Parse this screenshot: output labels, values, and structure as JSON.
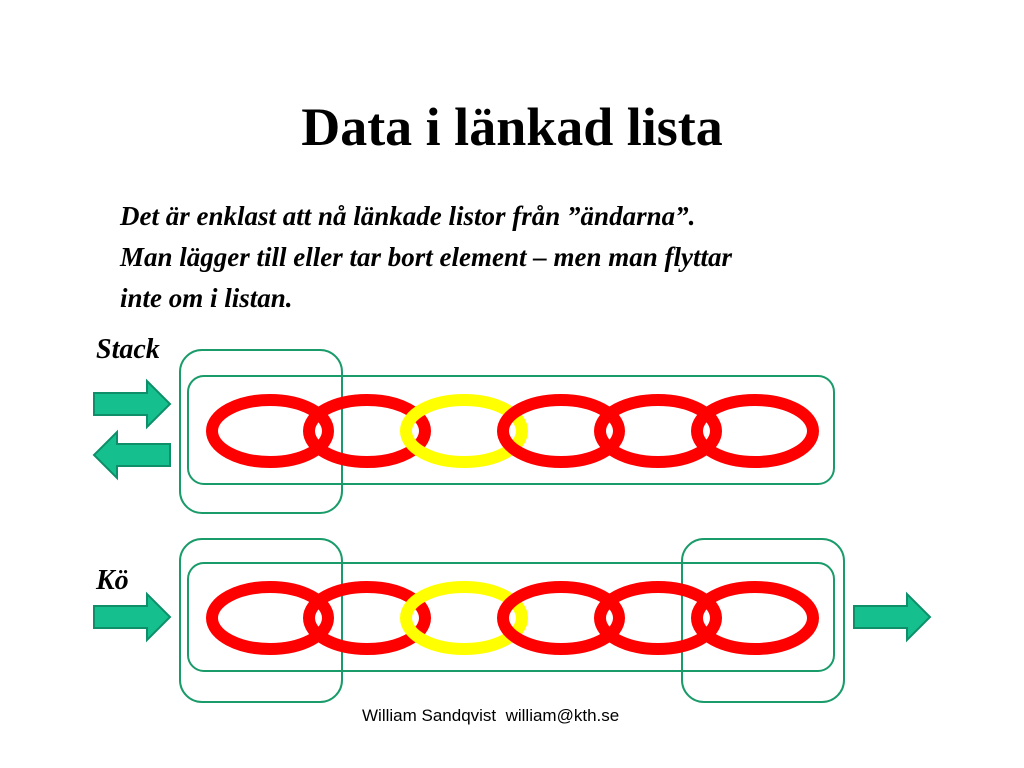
{
  "slide": {
    "title": "Data i länkad lista",
    "intro_lines": [
      "Det är enklast att nå länkade listor från ”ändarna”.",
      "Man lägger till eller tar bort element – men man flyttar",
      "inte om i listan."
    ],
    "stack_label": "Stack",
    "queue_label": "Kö",
    "footer": "William Sandqvist  william@kth.se"
  },
  "colors": {
    "link_red": "#ff0000",
    "link_yellow": "#ffff00",
    "frame_green": "#1a9b6a",
    "arrow_fill": "#16c08e",
    "arrow_stroke": "#0e8f6a"
  },
  "diagrams": {
    "stack": {
      "links": [
        "red",
        "red",
        "yellow",
        "red",
        "red",
        "red"
      ],
      "arrows": [
        "in-right-arrow",
        "out-left-arrow"
      ]
    },
    "queue": {
      "links": [
        "red",
        "red",
        "yellow",
        "red",
        "red",
        "red"
      ],
      "arrows": [
        "in-right-arrow",
        "out-right-arrow"
      ]
    }
  }
}
